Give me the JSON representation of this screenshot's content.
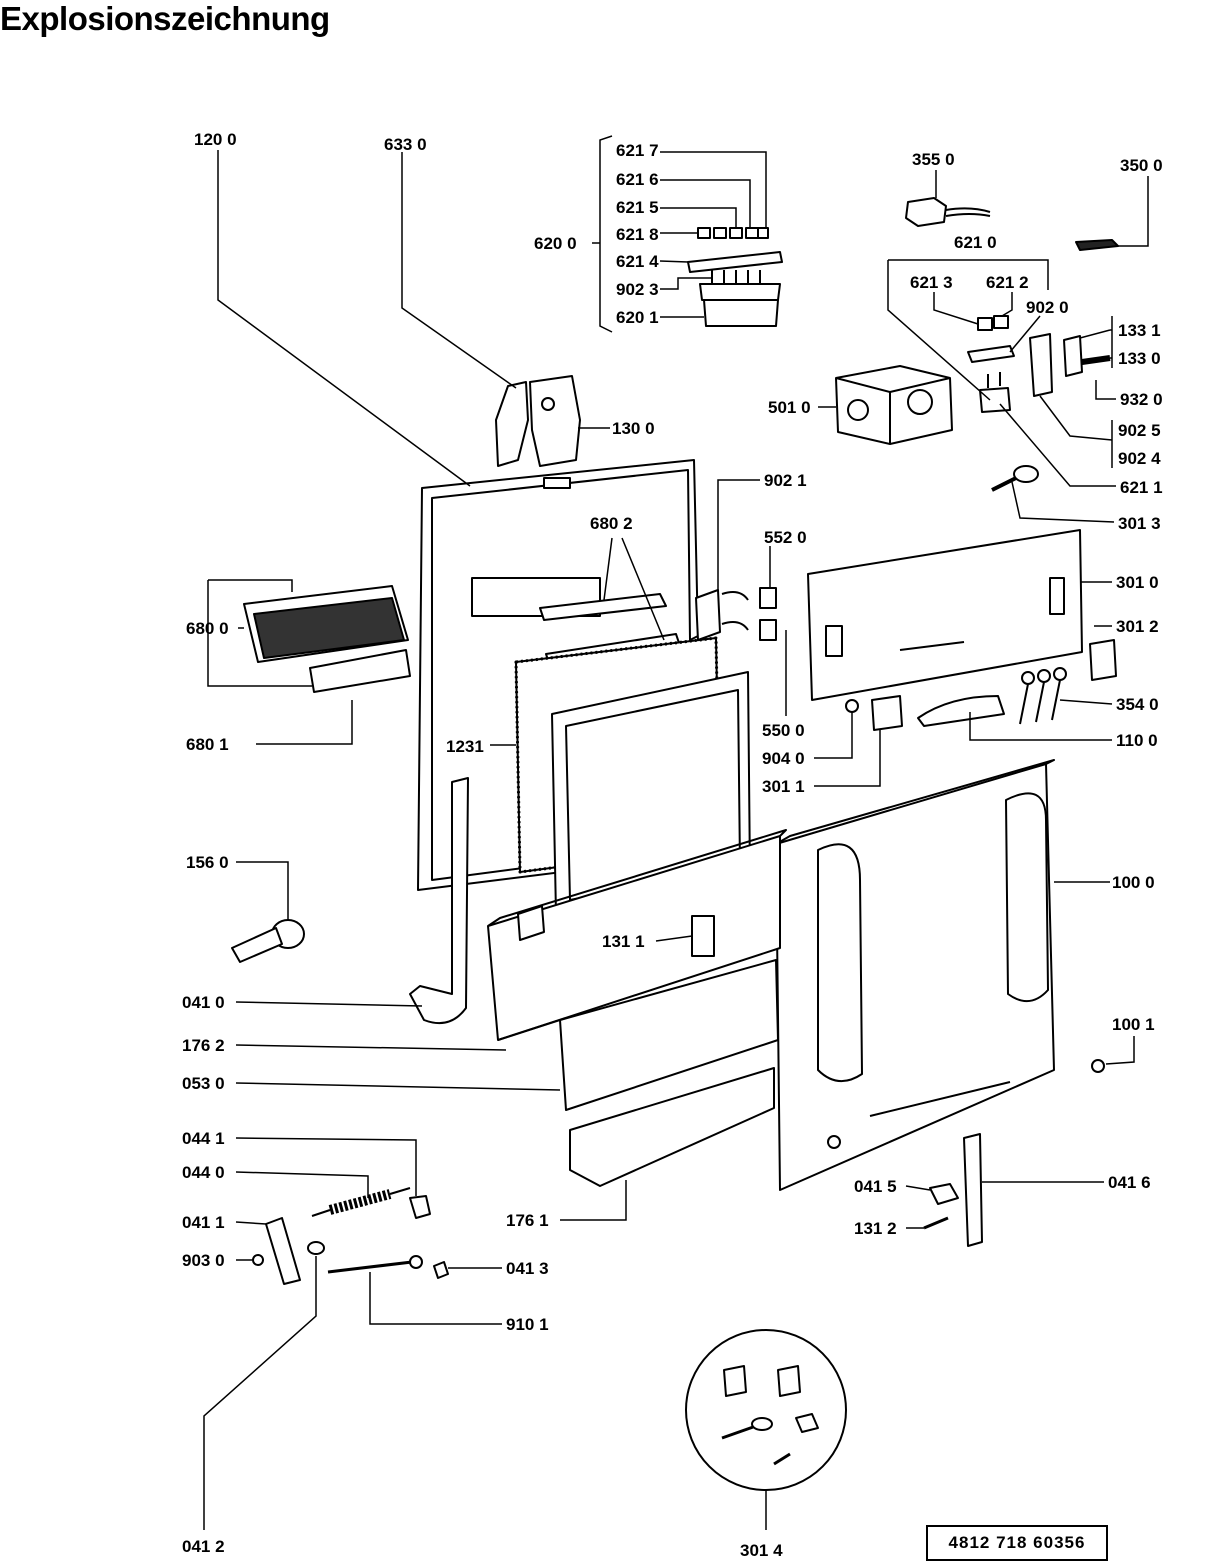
{
  "title": "Explosionszeichnung",
  "doc_number": "4812 718 60356",
  "labels": {
    "l1200": "120 0",
    "l6330": "633 0",
    "l6217": "621 7",
    "l6216": "621 6",
    "l6215": "621 5",
    "l6218": "621 8",
    "l6200": "620 0",
    "l6214": "621 4",
    "l9023": "902 3",
    "l6201": "620 1",
    "l3550": "355 0",
    "l3500": "350 0",
    "l6210": "621 0",
    "l6213": "621 3",
    "l6212": "621 2",
    "l9020": "902 0",
    "l1331": "133 1",
    "l1330": "133 0",
    "l9320": "932 0",
    "l5010": "501 0",
    "l9025": "902 5",
    "l9024": "902 4",
    "l6211": "621 1",
    "l1300": "130 0",
    "l9021": "902 1",
    "l3013": "301 3",
    "l6802": "680 2",
    "l5520": "552 0",
    "l3010": "301 0",
    "l6800": "680 0",
    "l3012": "301 2",
    "l3540": "354 0",
    "l5500": "550 0",
    "l1231": "1231",
    "l1100": "110 0",
    "l6801": "680 1",
    "l9040": "904 0",
    "l3011": "301 1",
    "l1560": "156 0",
    "l1000": "100 0",
    "l1311": "131 1",
    "l0410": "041 0",
    "l1001": "100 1",
    "l1762": "176 2",
    "l0530": "053 0",
    "l0441": "044 1",
    "l0440": "044 0",
    "l0415": "041 5",
    "l0416": "041 6",
    "l0411": "041 1",
    "l1761": "176 1",
    "l1312": "131 2",
    "l9030": "903 0",
    "l0413": "041 3",
    "l9101": "910 1",
    "l0412": "041 2",
    "l3014": "301 4"
  }
}
